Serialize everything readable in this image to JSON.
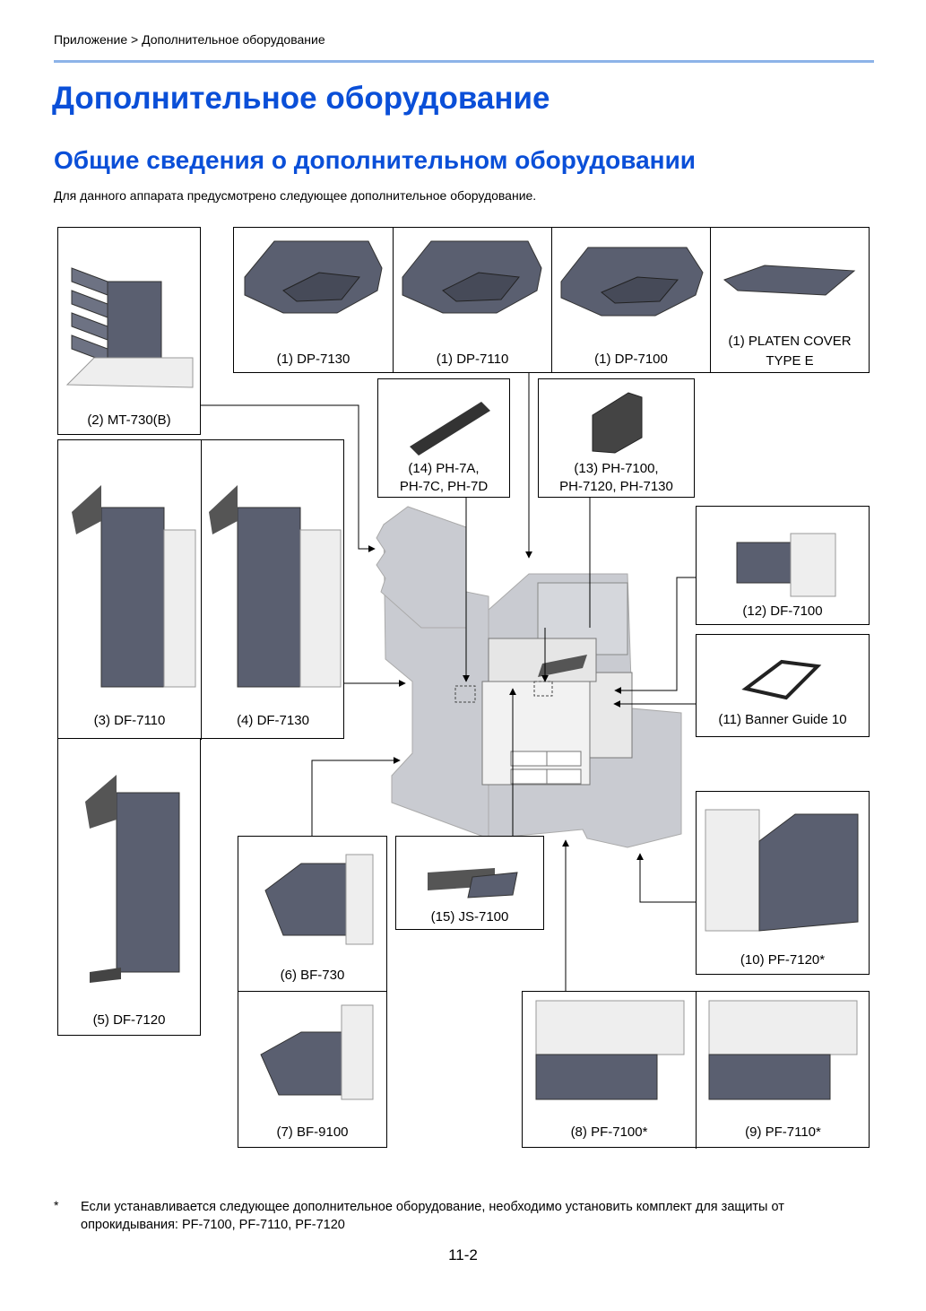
{
  "breadcrumb": "Приложение > Дополнительное оборудование",
  "title": "Дополнительное оборудование",
  "section_title": "Общие сведения о дополнительном оборудовании",
  "intro": "Для данного аппарата предусмотрено следующее дополнительное оборудование.",
  "items": {
    "dp7130": "(1) DP-7130",
    "dp7110": "(1) DP-7110",
    "dp7100": "(1) DP-7100",
    "platen_l1": "(1) PLATEN COVER",
    "platen_l2": "TYPE E",
    "mt730": "(2) MT-730(B)",
    "ph7a_l1": "(14) PH-7A,",
    "ph7a_l2": "PH-7C, PH-7D",
    "ph7100_l1": "(13) PH-7100,",
    "ph7100_l2": "PH-7120, PH-7130",
    "df7110": "(3) DF-7110",
    "df7130": "(4) DF-7130",
    "df7100": "(12) DF-7100",
    "banner": "(11) Banner Guide 10",
    "df7120": "(5) DF-7120",
    "bf730": "(6) BF-730",
    "js7100": "(15) JS-7100",
    "pf7120": "(10) PF-7120*",
    "bf9100": "(7) BF-9100",
    "pf7100": "(8) PF-7100*",
    "pf7110": "(9) PF-7110*"
  },
  "footnote_mark": "*",
  "footnote": "Если устанавливается следующее дополнительное оборудование, необходимо установить комплект для защиты от опрокидывания: PF-7100, PF-7110, PF-7120",
  "page_number": "11-2",
  "colors": {
    "heading": "#0a4fd8",
    "rule": "#8db3e8",
    "device": "#5a5f70",
    "silhouette": "#c9cbd1"
  }
}
